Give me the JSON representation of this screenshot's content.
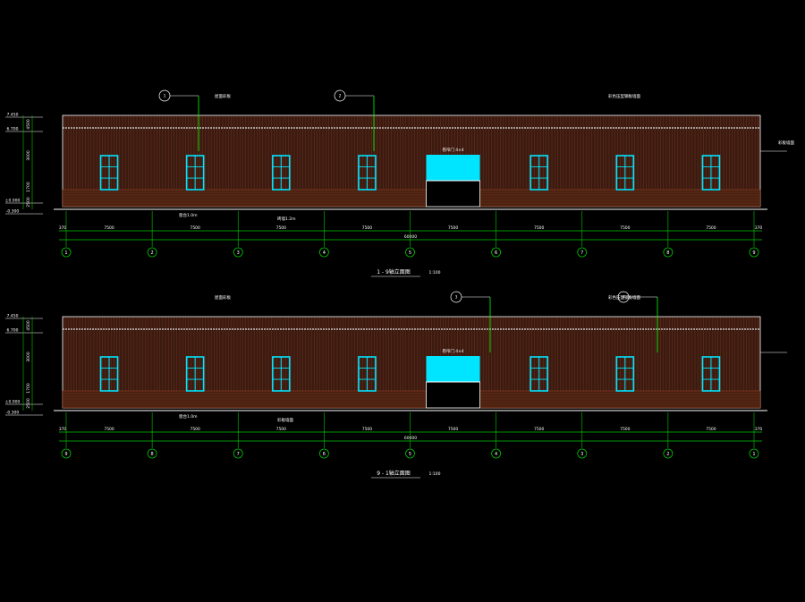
{
  "drawing": {
    "colors": {
      "background": "#000000",
      "wall": "#3b1a0f",
      "brick": "#4a2010",
      "window": "#00e5ff",
      "dim": "#00c800",
      "leader": "#00ff00",
      "frame": "#ffffff"
    },
    "elevations": [
      {
        "id": "1-9",
        "title": "1 - 9轴立面图",
        "scale": "1:100",
        "axes": [
          "1",
          "2",
          "3",
          "4",
          "5",
          "6",
          "7",
          "8",
          "9"
        ],
        "spans": [
          "7500",
          "7500",
          "7500",
          "7500",
          "7500",
          "7500",
          "7500",
          "7500"
        ],
        "total": "60000",
        "ends": [
          "370",
          "370"
        ],
        "levels": [
          "7.450",
          "6.700",
          "±0.000",
          "-0.300"
        ],
        "sections": [
          "4500",
          "3000",
          "1700",
          "2500"
        ],
        "door_label": "卷帘门 4×4",
        "door_axis_index": 4,
        "notes": [
          "彩色压型钢板墙面",
          "屋面彩板",
          "窗台1.0m",
          "砖墙1.2m",
          "彩板墙面"
        ],
        "callouts": [
          "1",
          "2"
        ]
      },
      {
        "id": "9-1",
        "title": "9 - 1轴立面图",
        "scale": "1:100",
        "axes": [
          "9",
          "8",
          "7",
          "6",
          "5",
          "4",
          "3",
          "2",
          "1"
        ],
        "spans": [
          "7500",
          "7500",
          "7500",
          "7500",
          "7500",
          "7500",
          "7500",
          "7500"
        ],
        "total": "60000",
        "ends": [
          "370",
          "370"
        ],
        "levels": [
          "7.450",
          "6.700",
          "±0.000",
          "-0.300"
        ],
        "sections": [
          "4500",
          "3000",
          "1700",
          "2500"
        ],
        "door_label": "卷帘门 4×4",
        "door_axis_index": 4,
        "notes": [
          "彩色压型钢板墙面",
          "屋面彩板",
          "窗台1.0m",
          "彩板墙面"
        ],
        "callouts": [
          "3",
          "4"
        ]
      }
    ]
  }
}
